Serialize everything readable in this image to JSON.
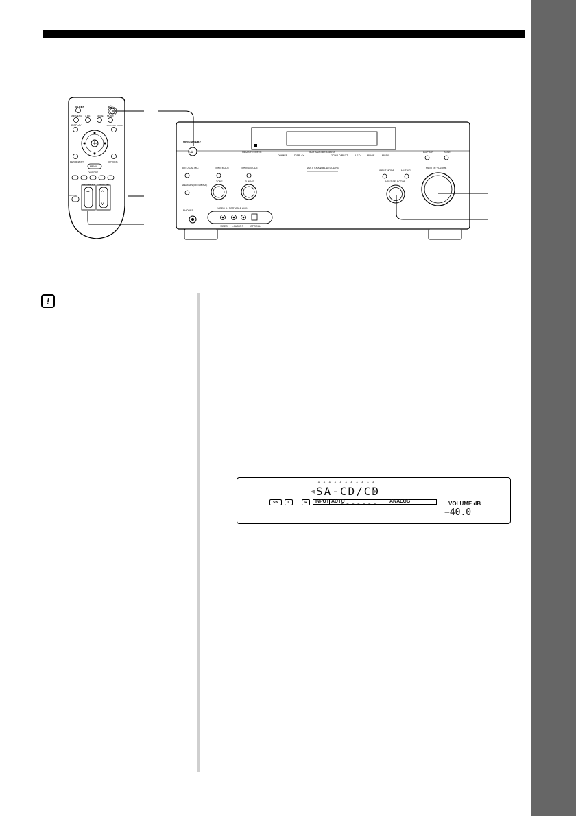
{
  "remote": {
    "sleep": "SLEEP",
    "power": "I/⏻",
    "amp_menu": "AMP MENU",
    "afd": "A.F.D.",
    "movie": "MOVIE",
    "music": "MUSIC",
    "display": "DISPLAY",
    "tools_options": "TOOLS/OPTIONS",
    "return_exit": "RETURN/EXIT",
    "options": "OPTIONS",
    "menu": "MENU",
    "dmport": "DMPORT",
    "master_vol": "MASTER VOL",
    "input_sel": "INPUT SEL",
    "muting": "MUTING",
    "plus": "+",
    "minus": "−",
    "up": "^",
    "down": "v"
  },
  "receiver": {
    "power": "?/⏻",
    "on_standby": "ON/STANDBY",
    "memory_enter": "MEMORY/ENTER",
    "dimmer": "DIMMER",
    "display": "DISPLAY",
    "dual_mono": "2CH/A.DIRECT",
    "sur_back": "SUR BACK DECODING",
    "afd": "A.F.D.",
    "movie": "MOVIE",
    "music": "MUSIC",
    "dmport": "DMPORT",
    "zone": "ZONE",
    "auto_cal_mic": "AUTO CAL MIC",
    "speakers": "SPEAKERS (OFF/A/B/A+B)",
    "tone_mode": "TONE MODE",
    "tuning_mode": "TUNING MODE",
    "tone": "TONE",
    "tuning": "TUNING",
    "multi_channel": "MULTI CHANNEL DECODING",
    "input_mode": "INPUT MODE",
    "muting": "MUTING",
    "input_selector": "INPUT SELECTOR",
    "master_volume": "MASTER VOLUME",
    "phones": "PHONES",
    "video_in": "VIDEO 3 / PORTABLE AV IN",
    "video": "VIDEO",
    "audio": "L  AUDIO  R",
    "optical": "OPTICAL"
  },
  "display": {
    "badge_sw": "SW",
    "badge_l": "L",
    "badge_r": "R",
    "input_name": "SA-CD/CD",
    "input_label": "INPUT",
    "auto_label": "AUTO",
    "analog_label": "ANALOG",
    "volume_label": "VOLUME dB",
    "volume_value": "−40.0"
  },
  "caution_icon": "!",
  "colors": {
    "side_tab": "#666666",
    "divider": "#cfcfcf"
  }
}
